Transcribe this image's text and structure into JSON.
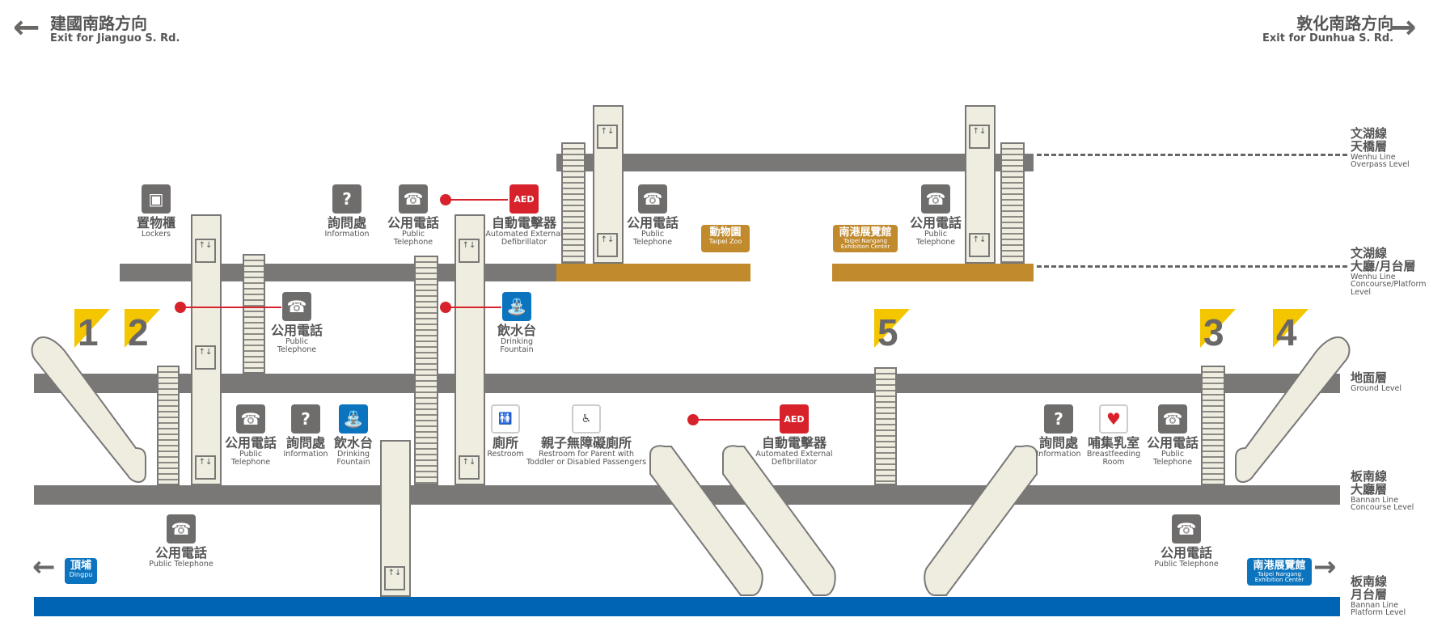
{
  "directions": {
    "left": {
      "zh": "建國南路方向",
      "en": "Exit for Jianguo S. Rd."
    },
    "right": {
      "zh": "敦化南路方向",
      "en": "Exit for Dunhua S. Rd."
    }
  },
  "levels": [
    {
      "zh": "文湖線\n天橋層",
      "en": "Wenhu Line\nOverpass Level"
    },
    {
      "zh": "文湖線\n大廳/月台層",
      "en": "Wenhu Line\nConcourse/Platform\nLevel"
    },
    {
      "zh": "地面層",
      "en": "Ground Level"
    },
    {
      "zh": "板南線\n大廳層",
      "en": "Bannan Line\nConcourse Level"
    },
    {
      "zh": "板南線\n月台層",
      "en": "Bannan Line\nPlatform Level"
    }
  ],
  "facilities": {
    "lockers": {
      "zh": "置物櫃",
      "en": "Lockers"
    },
    "info": {
      "zh": "詢問處",
      "en": "Information"
    },
    "phone": {
      "zh": "公用電話",
      "en": "Public\nTelephone"
    },
    "phone_one_line": {
      "zh": "公用電話",
      "en": "Public Telephone"
    },
    "aed": {
      "zh": "自動電擊器",
      "en": "Automated External\nDefibrillator"
    },
    "fountain": {
      "zh": "飲水台",
      "en": "Drinking\nFountain"
    },
    "restroom": {
      "zh": "廁所",
      "en": "Restroom"
    },
    "family_restroom": {
      "zh": "親子無障礙廁所",
      "en": "Restroom for Parent with\nToddler or Disabled Passengers"
    },
    "breastfeeding": {
      "zh": "哺集乳室",
      "en": "Breastfeeding\nRoom"
    }
  },
  "badges": {
    "zoo": {
      "zh": "動物園",
      "en": "Taipei Zoo",
      "color": "#c18a2d"
    },
    "nangang_top": {
      "zh": "南港展覽館",
      "en": "Taipei Nangang\nExhibition Center",
      "color": "#c18a2d"
    },
    "dingpu": {
      "zh": "頂埔",
      "en": "Dingpu",
      "color": "#0c74bf"
    },
    "nangang_bottom": {
      "zh": "南港展覽館",
      "en": "Taipei Nangang\nExhibition Center",
      "color": "#0c74bf"
    }
  },
  "exits": [
    "1",
    "2",
    "5",
    "3",
    "4"
  ],
  "icons": {
    "aed_text": "AED",
    "arrows_updown": "↑↓"
  },
  "colors": {
    "floor": "#7a7777",
    "mezzanine": "#c18a2d",
    "platform": "#0064b4",
    "exit": "#f4c600",
    "aed": "#d8222b"
  }
}
